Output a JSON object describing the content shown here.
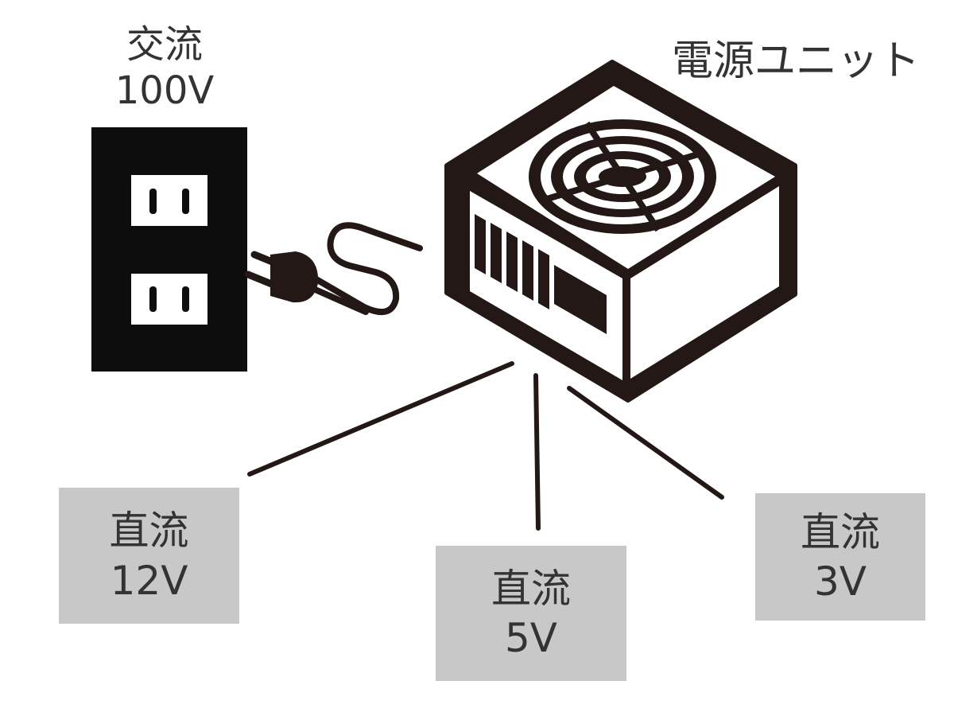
{
  "ac_source": {
    "line1": "交流",
    "line2": "100V"
  },
  "psu": {
    "title": "電源ユニット"
  },
  "outputs": [
    {
      "line1": "直流",
      "line2": "12V"
    },
    {
      "line1": "直流",
      "line2": "5V"
    },
    {
      "line1": "直流",
      "line2": "3V"
    }
  ],
  "icons": {
    "outlet": "wall-outlet-icon",
    "plug": "power-plug-icon",
    "psu": "power-supply-unit-icon",
    "fan": "fan-grille-icon"
  },
  "colors": {
    "ink": "#231815",
    "text": "#333333",
    "box": "#c8c8c8",
    "background": "#ffffff"
  }
}
